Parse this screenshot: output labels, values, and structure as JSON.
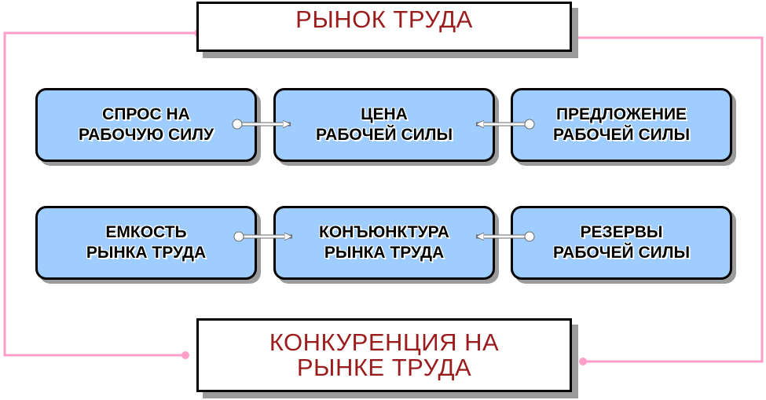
{
  "title_top": "РЫНОК ТРУДА",
  "title_bottom": "КОНКУРЕНЦИЯ НА\nРЫНКЕ ТРУДА",
  "nodes": [
    {
      "label": "СПРОС НА\nРАБОЧУЮ СИЛУ"
    },
    {
      "label": "ЦЕНА\nРАБОЧЕЙ СИЛЫ"
    },
    {
      "label": "ПРЕДЛОЖЕНИЕ\nРАБОЧЕЙ СИЛЫ"
    },
    {
      "label": "ЕМКОСТЬ\nРЫНКА ТРУДА"
    },
    {
      "label": "КОНЪЮНКТУРА\nРЫНКА ТРУДА"
    },
    {
      "label": "РЕЗЕРВЫ\nРАБОЧЕЙ СИЛЫ"
    }
  ],
  "colors": {
    "title_text": "#9b1c1c",
    "node_fill": "#9fcdff",
    "connector": "#ff9ec7",
    "shadow": "#9b9b9b"
  }
}
